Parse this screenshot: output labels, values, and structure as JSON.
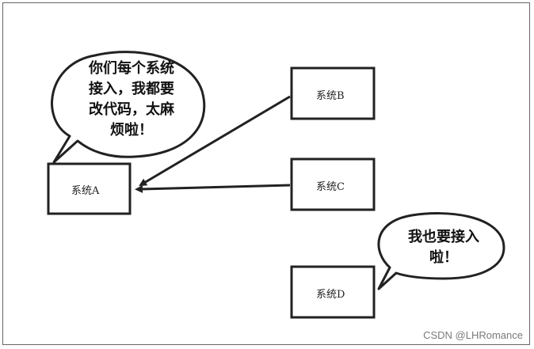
{
  "nodes": {
    "a": {
      "label": "系统A"
    },
    "b": {
      "label": "系统B"
    },
    "c": {
      "label": "系统C"
    },
    "d": {
      "label": "系统D"
    }
  },
  "bubbles": {
    "a": {
      "lines": [
        "你们每个系统",
        "接入，我都要",
        "改代码，太麻",
        "烦啦！"
      ]
    },
    "d": {
      "lines": [
        "我也要接入",
        "啦！"
      ]
    }
  },
  "edges": [
    {
      "from": "系统B",
      "to": "系统A"
    },
    {
      "from": "系统C",
      "to": "系统A"
    }
  ],
  "watermark": "CSDN @LHRomance",
  "colors": {
    "stroke": "#222222",
    "background": "#ffffff"
  }
}
